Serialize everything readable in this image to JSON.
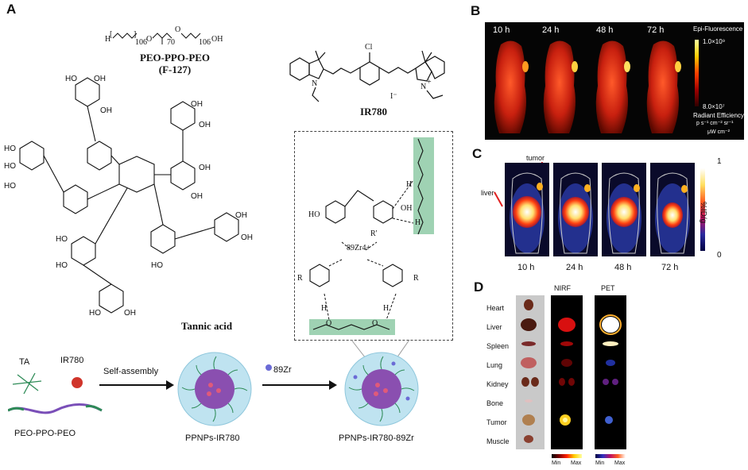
{
  "panels": {
    "a": "A",
    "b": "B",
    "c": "C",
    "d": "D"
  },
  "chemistry": {
    "copolymer_formula_h": "H",
    "copolymer_sub_1": "106",
    "copolymer_sub_2": "70",
    "copolymer_sub_3": "106",
    "copolymer_oh": "OH",
    "copolymer_name": "PEO-PPO-PEO",
    "copolymer_code": "(F-127)",
    "ir780_name": "IR780",
    "ir780_cl": "Cl",
    "ir780_n_plus": "N",
    "ir780_plus": "+",
    "ir780_iodide": "I⁻",
    "tannic_acid_name": "Tannic acid",
    "oh": "OH",
    "ho": "HO",
    "zr_label": "89Zr4+",
    "r_label": "R",
    "r_prime": "R'",
    "h_label": "H",
    "o_label": "O"
  },
  "scheme": {
    "ta_label": "TA",
    "ir780_label": "IR780",
    "polymer_label": "PEO-PPO-PEO",
    "arrow1_label": "Self-assembly",
    "zr_reagent": "89Zr",
    "product1": "PPNPs-IR780",
    "product2": "PPNPs-IR780-89Zr"
  },
  "panel_b": {
    "times": [
      "10 h",
      "24 h",
      "48 h",
      "72 h"
    ],
    "scale_title": "Epi-Fluorescence",
    "scale_max": "1.0×10⁹",
    "scale_min": "8.0×10⁷",
    "scale_unit_1": "Radiant Efficiency",
    "scale_unit_2": "p s⁻¹ cm⁻² sr⁻¹",
    "scale_unit_3": "μW cm⁻²"
  },
  "panel_c": {
    "times": [
      "10 h",
      "24 h",
      "48 h",
      "72 h"
    ],
    "tumor_label": "tumor",
    "liver_label": "liver",
    "scale_max": "1",
    "scale_min": "0",
    "scale_unit": "%ID/g"
  },
  "panel_d": {
    "organs": [
      "Heart",
      "Liver",
      "Spleen",
      "Lung",
      "Kidney",
      "Bone",
      "Tumor",
      "Muscle"
    ],
    "col_nirf": "NIRF",
    "col_pet": "PET",
    "nirf_min": "Min",
    "nirf_max": "Max",
    "pet_min": "Min",
    "pet_max": "Max"
  },
  "colors": {
    "nanoparticle_shell": "#bfe3f0",
    "nanoparticle_core": "#8a4fb0",
    "peg_chain": "#2e8b57",
    "highlight_box": "#9fd2b3",
    "ir780_dot": "#d0352b",
    "zr_dot": "#6b6bd6"
  }
}
